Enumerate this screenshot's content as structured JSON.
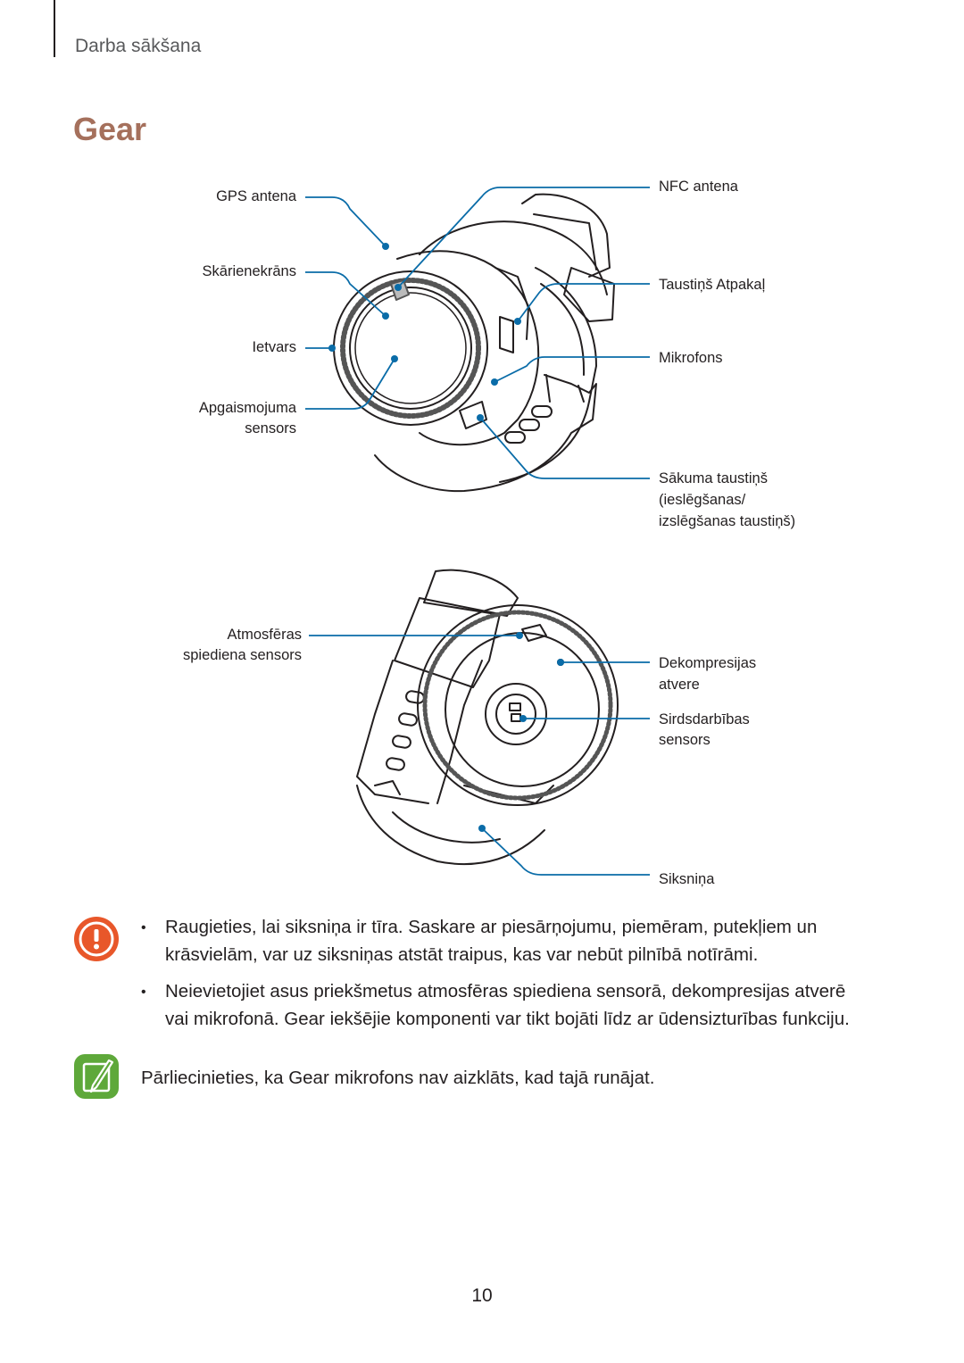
{
  "header": {
    "section": "Darba sākšana"
  },
  "title": "Gear",
  "colors": {
    "title": "#a5705c",
    "callout": "#0a6ca8",
    "caution": "#e8572a",
    "note": "#5ea83a"
  },
  "figure_top": {
    "gps": "GPS antena",
    "touchscreen": "Skārienekrāns",
    "bezel": "Ietvars",
    "light_sensor_1": "Apgaismojuma",
    "light_sensor_2": "sensors",
    "nfc": "NFC antena",
    "back_key": "Taustiņš Atpakaļ",
    "mic": "Mikrofons",
    "home_key_1": "Sākuma taustiņš",
    "home_key_2": "(ieslēgšanas/",
    "home_key_3": "izslēgšanas taustiņš)"
  },
  "figure_bottom": {
    "pressure_1": "Atmosfēras",
    "pressure_2": "spiediena sensors",
    "vent_1": "Dekompresijas",
    "vent_2": "atvere",
    "hr_1": "Sirdsdarbības",
    "hr_2": "sensors",
    "strap": "Siksniņa"
  },
  "caution": {
    "icon": "caution-icon",
    "items": [
      {
        "line1": "Raugieties, lai siksniņa ir tīra. Saskare ar piesārņojumu, piemēram, putekļiem un",
        "line2": "krāsvielām, var uz siksniņas atstāt traipus, kas var nebūt pilnībā notīrāmi."
      },
      {
        "line1": "Neievietojiet asus priekšmetus atmosfēras spiediena sensorā, dekompresijas atverē",
        "line2": "vai mikrofonā. Gear iekšējie komponenti var tikt bojāti līdz ar ūdensizturības funkciju."
      }
    ]
  },
  "note": {
    "icon": "note-icon",
    "text": "Pārliecinieties, ka Gear mikrofons nav aizklāts, kad tajā runājat."
  },
  "page_number": "10"
}
